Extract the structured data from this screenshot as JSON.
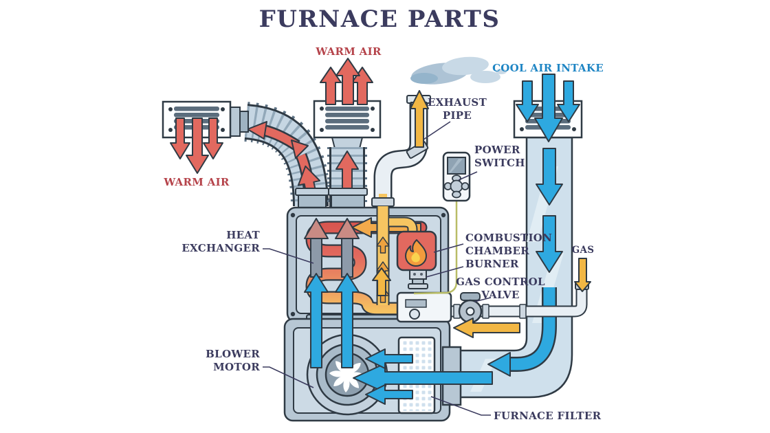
{
  "title": "FURNACE PARTS",
  "labels": {
    "warm_air_top": "WARM AIR",
    "warm_air_left": "WARM AIR",
    "exhaust_pipe": "EXHAUST\nPIPE",
    "cool_air_intake": "COOL AIR INTAKE",
    "power_switch": "POWER\nSWITCH",
    "heat_exchanger": "HEAT\nEXCHANGER",
    "combustion_chamber": "COMBUSTION\nCHAMBER",
    "burner": "BURNER",
    "gas_control_valve": "GAS CONTROL\nVALVE",
    "gas": "GAS",
    "blower_motor": "BLOWER\nMOTOR",
    "furnace_filter": "FURNACE FILTER"
  },
  "colors": {
    "title_text": "#3b3b5e",
    "warm_text": "#b5434a",
    "cool_text": "#1e85c4",
    "warm_arrow": "#e2695f",
    "cool_arrow": "#2ea9e0",
    "gas_yellow": "#f2b744",
    "duct_fill": "#cfe0ec",
    "body_fill": "#b7c7d4",
    "panel_fill": "#ccdae5",
    "outline": "#2f3a44"
  }
}
